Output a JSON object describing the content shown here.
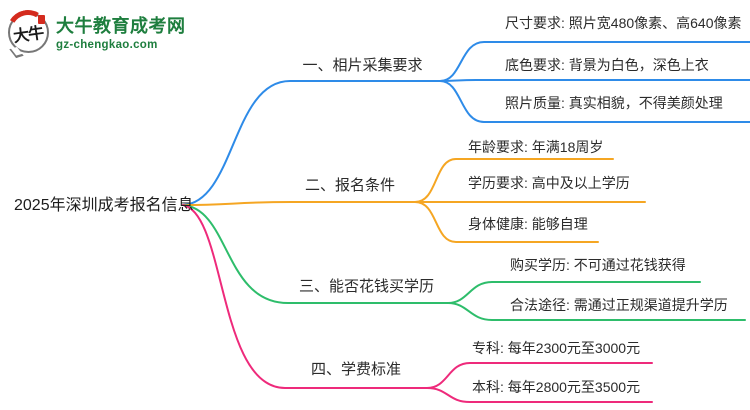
{
  "logo": {
    "badge_text": "大牛",
    "title": "大牛教育成考网",
    "domain": "gz-chengkao.com",
    "brand_green": "#1e7e3e",
    "seal_red": "#d42b1e"
  },
  "mindmap": {
    "root": {
      "label": "2025年深圳成考报名信息"
    },
    "branches": [
      {
        "id": "photo-requirements",
        "label": "一、相片采集要求",
        "color": "#2e8be8",
        "children": [
          "尺寸要求: 照片宽480像素、高640像素",
          "底色要求: 背景为白色，深色上衣",
          "照片质量: 真实相貌，不得美颜处理"
        ]
      },
      {
        "id": "registration-conditions",
        "label": "二、报名条件",
        "color": "#f5a623",
        "children": [
          "年龄要求: 年满18周岁",
          "学历要求: 高中及以上学历",
          "身体健康: 能够自理"
        ]
      },
      {
        "id": "buy-diploma",
        "label": "三、能否花钱买学历",
        "color": "#2ebd6b",
        "children": [
          "购买学历: 不可通过花钱获得",
          "合法途径: 需通过正规渠道提升学历"
        ]
      },
      {
        "id": "tuition-standard",
        "label": "四、学费标准",
        "color": "#ee2a7b",
        "children": [
          "专科: 每年2300元至3000元",
          "本科: 每年2800元至3500元"
        ]
      }
    ]
  }
}
